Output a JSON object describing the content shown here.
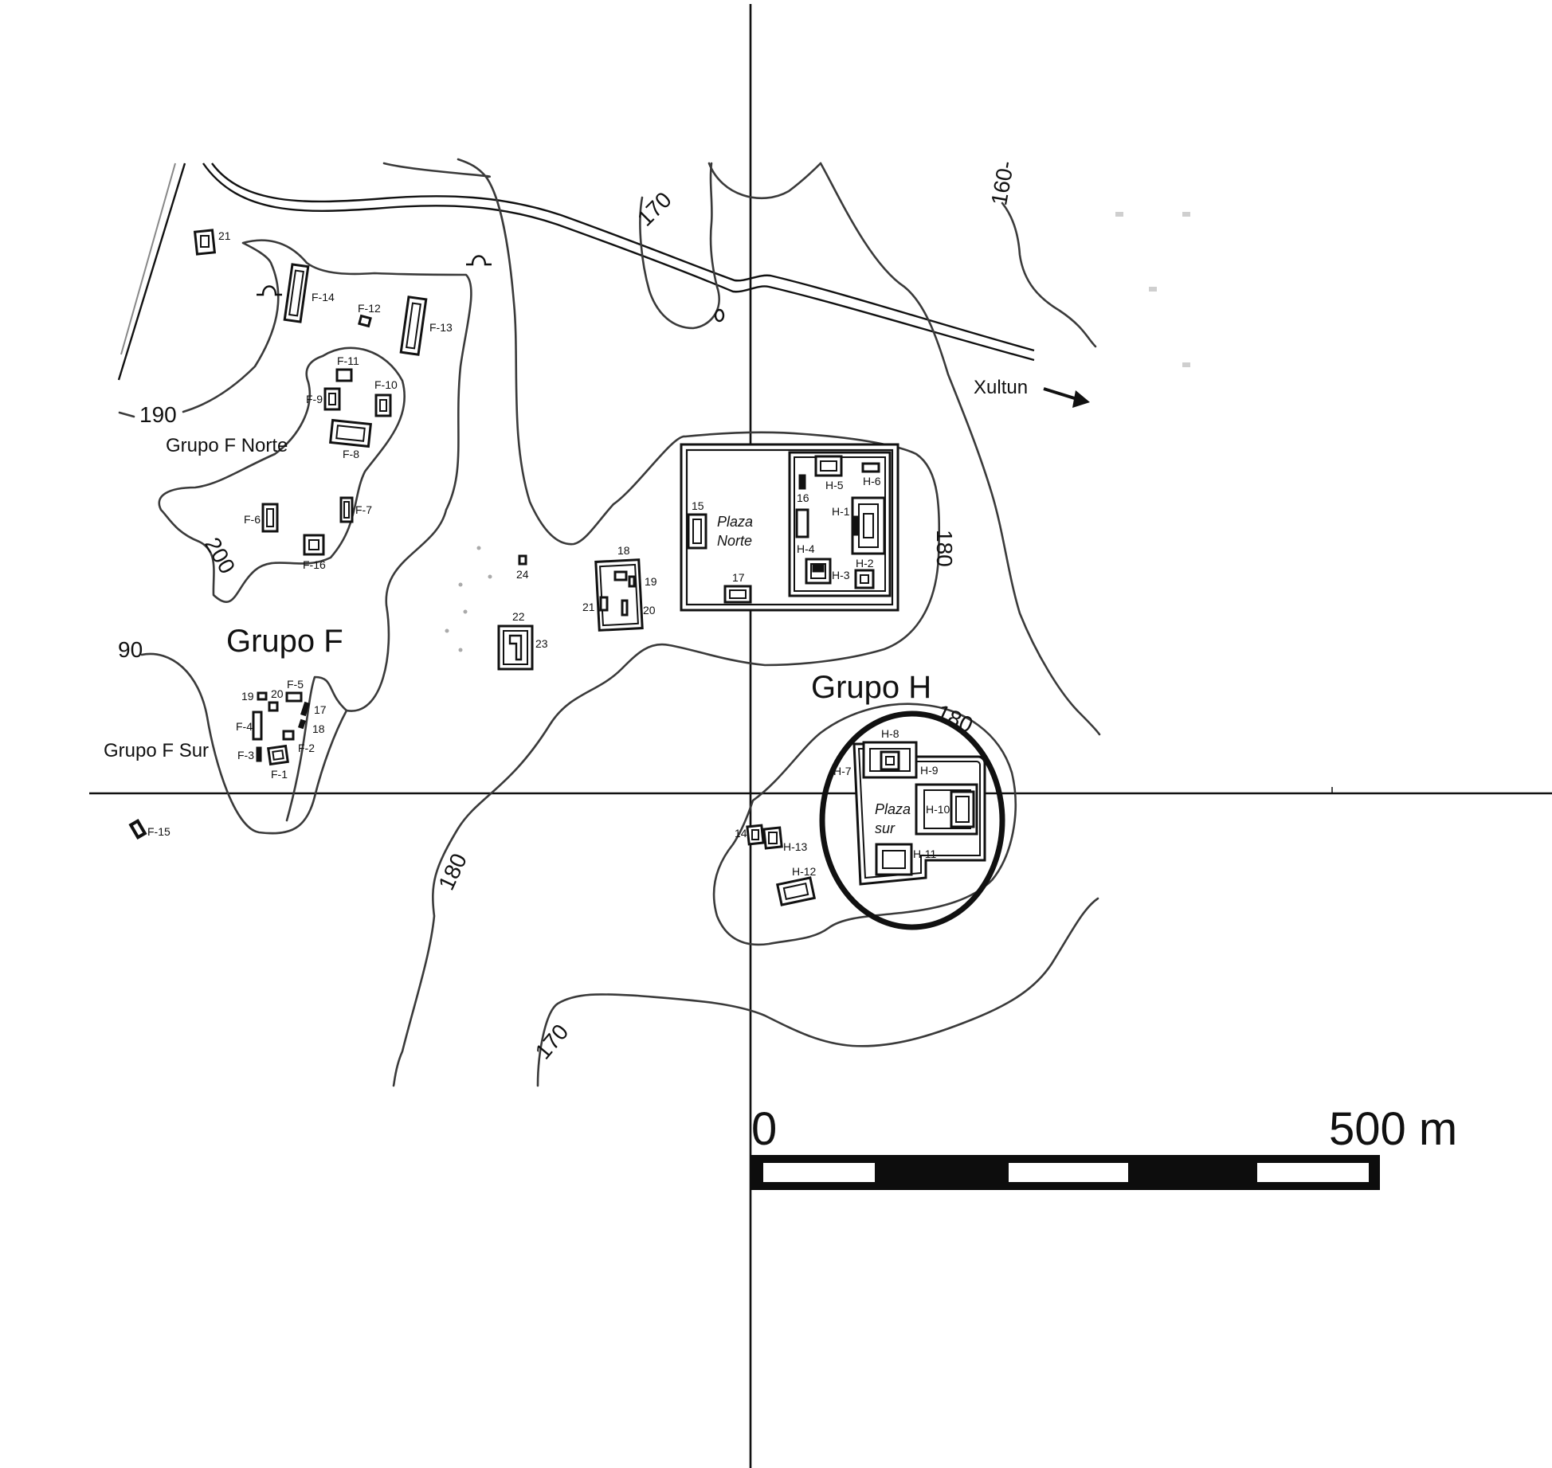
{
  "map": {
    "groups": {
      "grupo_f": "Grupo F",
      "grupo_f_norte": "Grupo F Norte",
      "grupo_f_sur": "Grupo F Sur",
      "grupo_h": "Grupo H"
    },
    "plazas": {
      "norte_line1": "Plaza",
      "norte_line2": "Norte",
      "sur_line1": "Plaza",
      "sur_line2": "sur"
    },
    "destination": {
      "label": "Xultun",
      "arrow_icon": "arrow-right-icon"
    },
    "contour_labels": [
      "190",
      "200",
      "90",
      "170",
      "160-",
      "180",
      "180",
      "180",
      "170"
    ],
    "structures": {
      "f14": "F-14",
      "f12": "F-12",
      "f13": "F-13",
      "f11": "F-11",
      "f10": "F-10",
      "f9": "F-9",
      "f8": "F-8",
      "f7": "F-7",
      "f6": "F-6",
      "f16": "F-16",
      "f5": "F-5",
      "f4": "F-4",
      "f3": "F-3",
      "f2": "F-2",
      "f1": "F-1",
      "f15": "F-15",
      "s19a": "19",
      "s20a": "20",
      "s17a": "17",
      "s18a": "18",
      "s21a": "21",
      "s24": "24",
      "s22": "22",
      "s23": "23",
      "s18b": "18",
      "s19b": "19",
      "s20b": "20",
      "s21b": "21",
      "s15": "15",
      "s17b": "17",
      "s16": "16",
      "h5": "H-5",
      "h6": "H-6",
      "h1": "H-1",
      "h4": "H-4",
      "h3": "H-3",
      "h2": "H-2",
      "h8": "H-8",
      "h7": "H-7",
      "h9": "H-9",
      "h10": "H-10",
      "h11": "H-11",
      "s14": "14",
      "h13": "H-13",
      "h12": "H-12"
    },
    "scale_bar": {
      "start": "0",
      "end": "500 m",
      "segments": 5
    }
  }
}
